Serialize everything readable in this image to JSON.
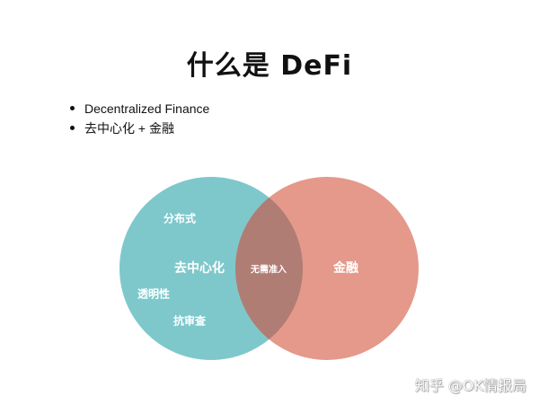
{
  "slide": {
    "title": "什么是 DeFi",
    "bullets": [
      "Decentralized Finance",
      "去中心化 + 金融"
    ]
  },
  "venn": {
    "left_circle": {
      "label": "去中心化",
      "color": "#7ec8cc",
      "attributes": [
        "分布式",
        "透明性",
        "抗审查"
      ]
    },
    "right_circle": {
      "label": "金融",
      "color": "#e4998b"
    },
    "intersection": {
      "label": "无需准入",
      "color": "#b07d74"
    }
  },
  "watermark": "知乎 @OK情报局"
}
